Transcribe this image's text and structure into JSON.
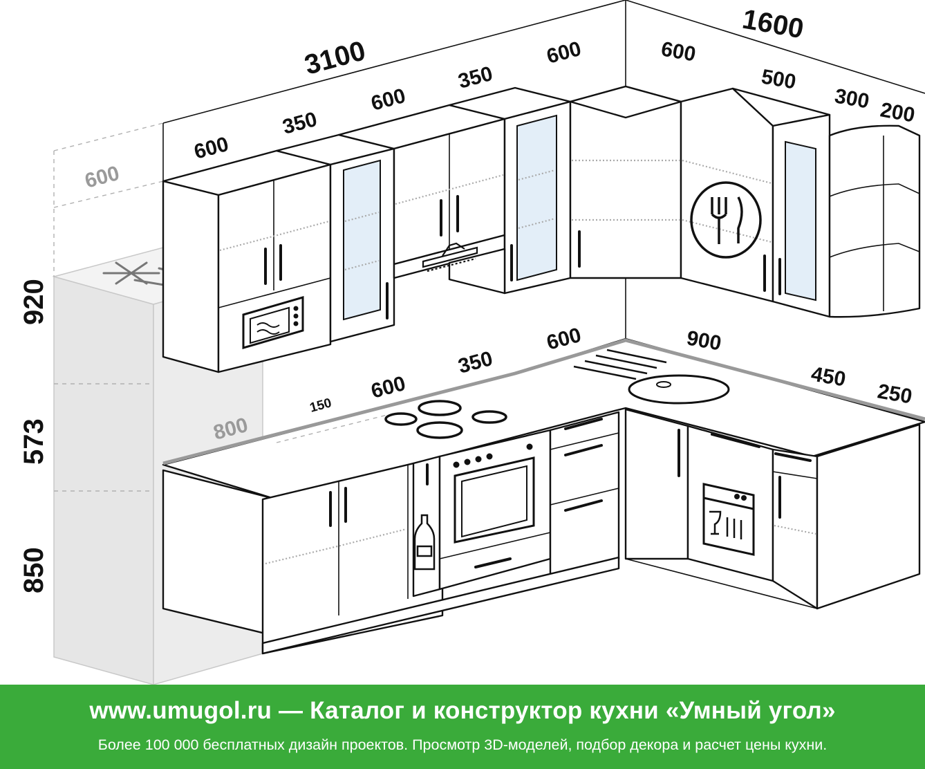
{
  "dimensions": {
    "total_left": "3100",
    "total_right": "1600",
    "height_upper": "920",
    "height_gap": "573",
    "height_lower": "850",
    "fridge_depth": "600",
    "upper_left": [
      "600",
      "350",
      "600",
      "350",
      "600"
    ],
    "upper_right": [
      "600",
      "500",
      "300",
      "200"
    ],
    "lower_left": [
      "800",
      "150",
      "600",
      "350",
      "600"
    ],
    "lower_right": [
      "900",
      "450",
      "250"
    ]
  },
  "banner": {
    "title": "www.umugol.ru — Каталог и конструктор кухни «Умный угол»",
    "subtitle": "Более 100 000 бесплатных дизайн проектов. Просмотр 3D-моделей, подбор декора и расчет цены кухни."
  },
  "colors": {
    "banner_bg": "#3aab3a",
    "fridge_fill": "#e6e6e6",
    "glass": "#e3eef8"
  },
  "icons": [
    "snowflake-icon",
    "microwave-icon",
    "range-hood-icon",
    "cutlery-plate-icon",
    "cooktop-icon",
    "oven-icon",
    "bottle-icon",
    "sink-icon",
    "dishwasher-icon"
  ]
}
